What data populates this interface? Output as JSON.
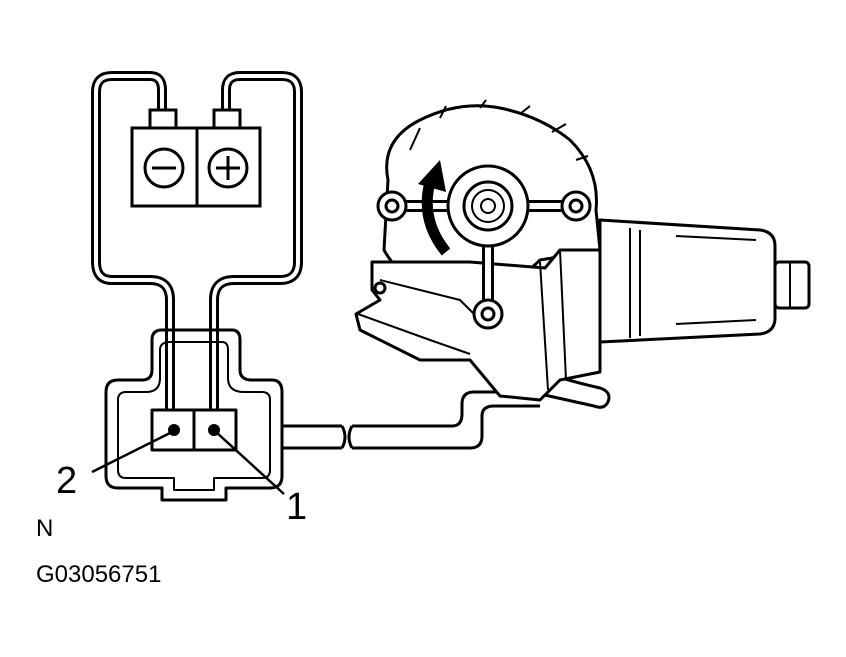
{
  "callouts": {
    "terminal_2": "2",
    "terminal_1": "1"
  },
  "orientation_label": "N",
  "figure_code": "G03056751",
  "battery": {
    "negative_symbol": "−",
    "positive_symbol": "+"
  },
  "icons": [
    "battery-icon",
    "connector-icon",
    "wiper-motor-icon",
    "rotation-arrow-icon"
  ],
  "colors": {
    "line": "#000000",
    "background": "#ffffff"
  }
}
